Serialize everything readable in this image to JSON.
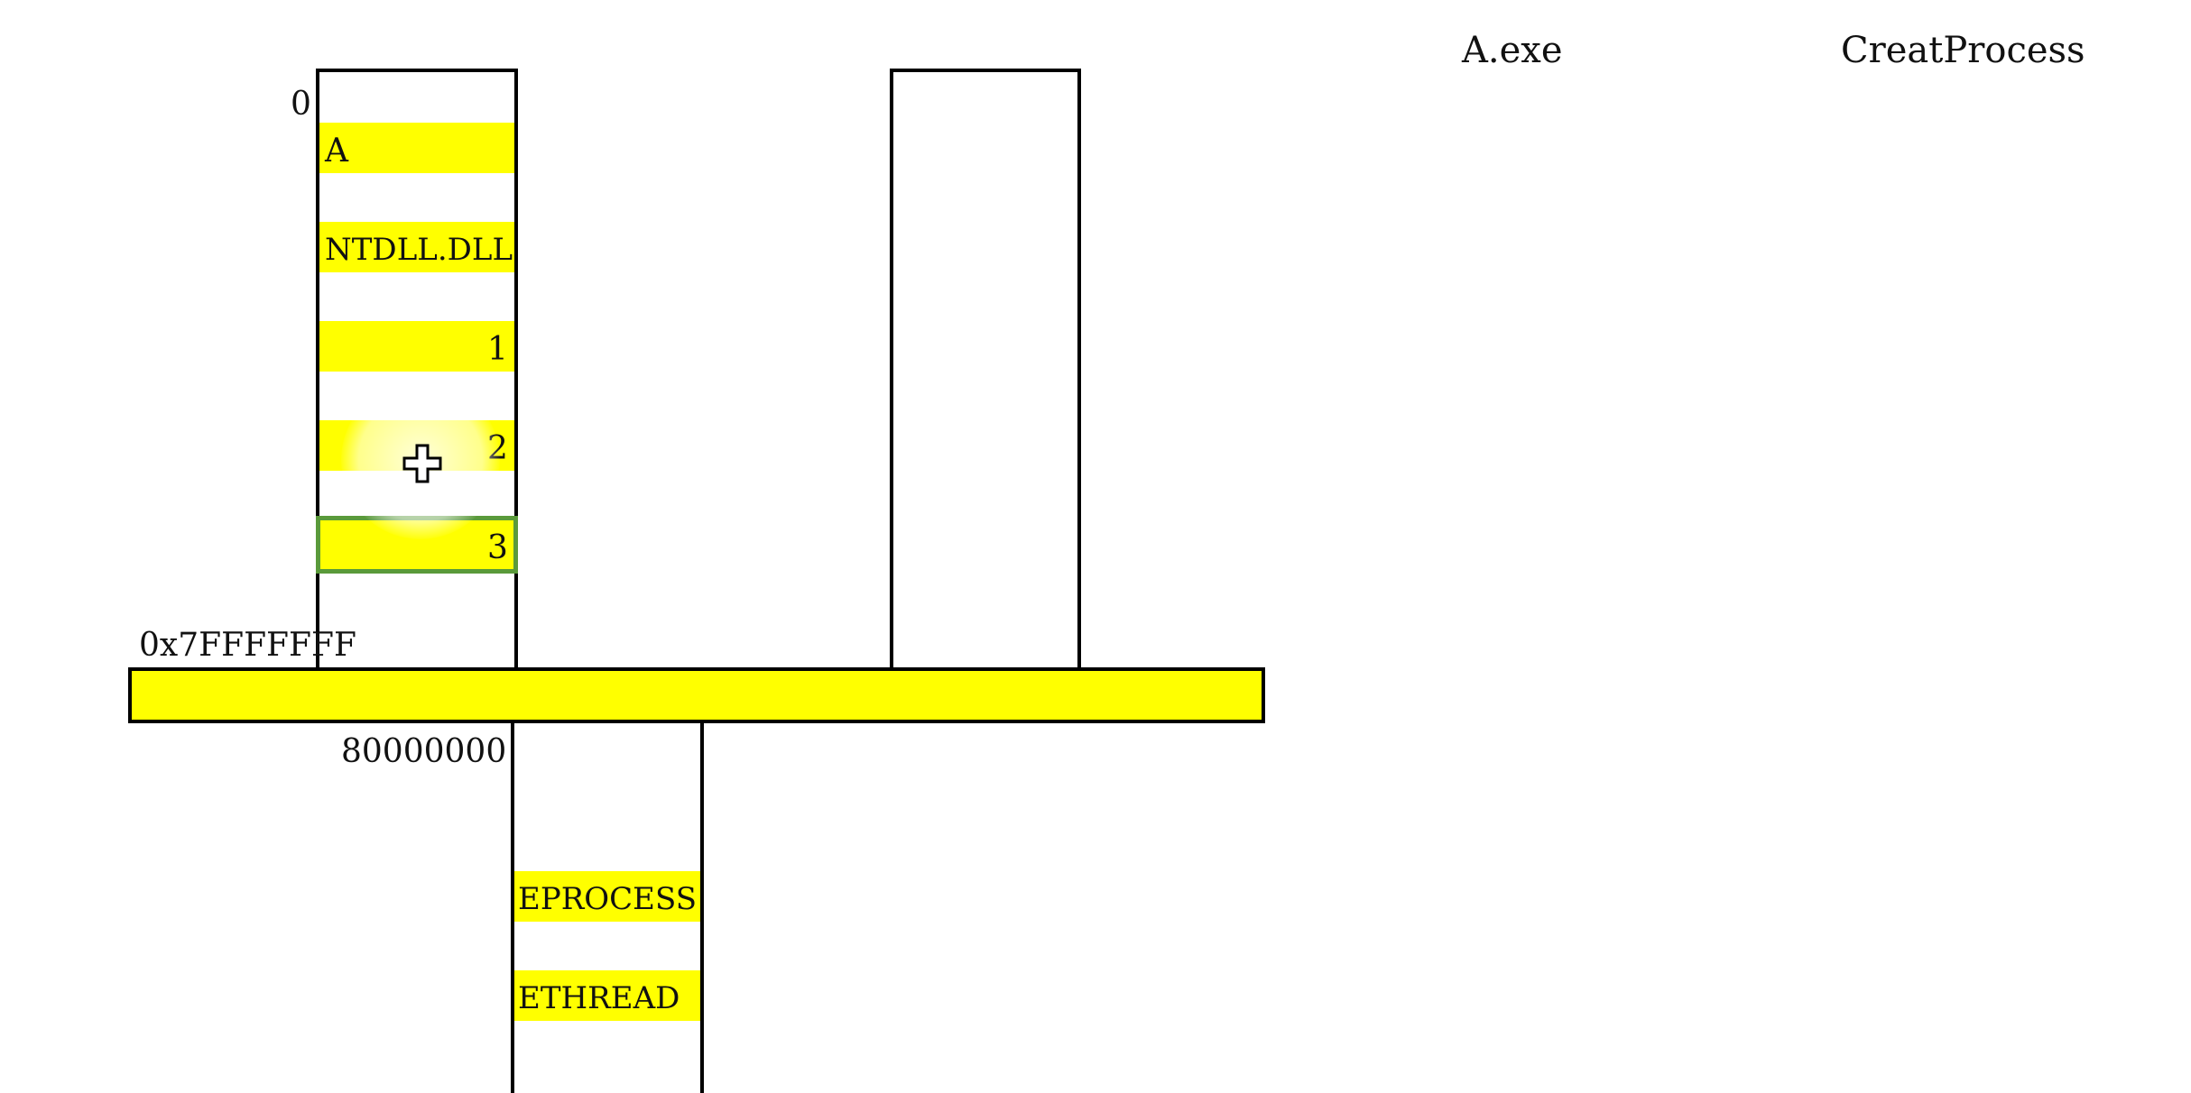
{
  "header": {
    "exe_label": "A.exe",
    "api_label": "CreatProcess"
  },
  "user_space": {
    "start_address": "0",
    "end_address": "0x7FFFFFFF",
    "modules": [
      {
        "label": "A"
      },
      {
        "label": "NTDLL.DLL"
      },
      {
        "label": "1"
      },
      {
        "label": "2"
      },
      {
        "label": "3"
      }
    ]
  },
  "kernel_space": {
    "start_address": "80000000",
    "objects": [
      {
        "label": "EPROCESS"
      },
      {
        "label": "ETHREAD"
      }
    ]
  },
  "colors": {
    "highlight": "#ffff00",
    "border": "#000000",
    "selection": "#5a9a3a"
  },
  "icons": {
    "cursor": "move-cursor-icon"
  }
}
